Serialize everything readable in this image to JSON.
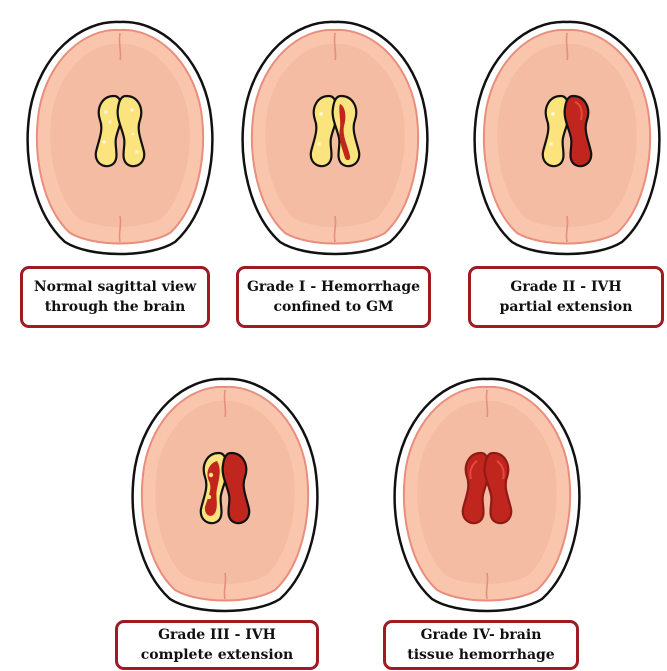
{
  "panels": [
    {
      "line1": "Normal sagittal view",
      "line2": "through the brain"
    },
    {
      "line1": "Grade I - Hemorrhage",
      "line2": "confined to GM"
    },
    {
      "line1": "Grade II - IVH",
      "line2": "partial extension"
    },
    {
      "line1": "Grade III - IVH",
      "line2": "complete extension"
    },
    {
      "line1": "Grade IV- brain",
      "line2": "tissue hemorrhage"
    }
  ],
  "colors": {
    "skull_outline": "#111111",
    "brain_fill": "#f9c6ad",
    "brain_inner": "#f2b89f",
    "brain_edge": "#e98e7d",
    "ventricle_yellow": "#fbe37d",
    "ventricle_blood": "#c0261d",
    "label_border": "#9e1b23"
  }
}
